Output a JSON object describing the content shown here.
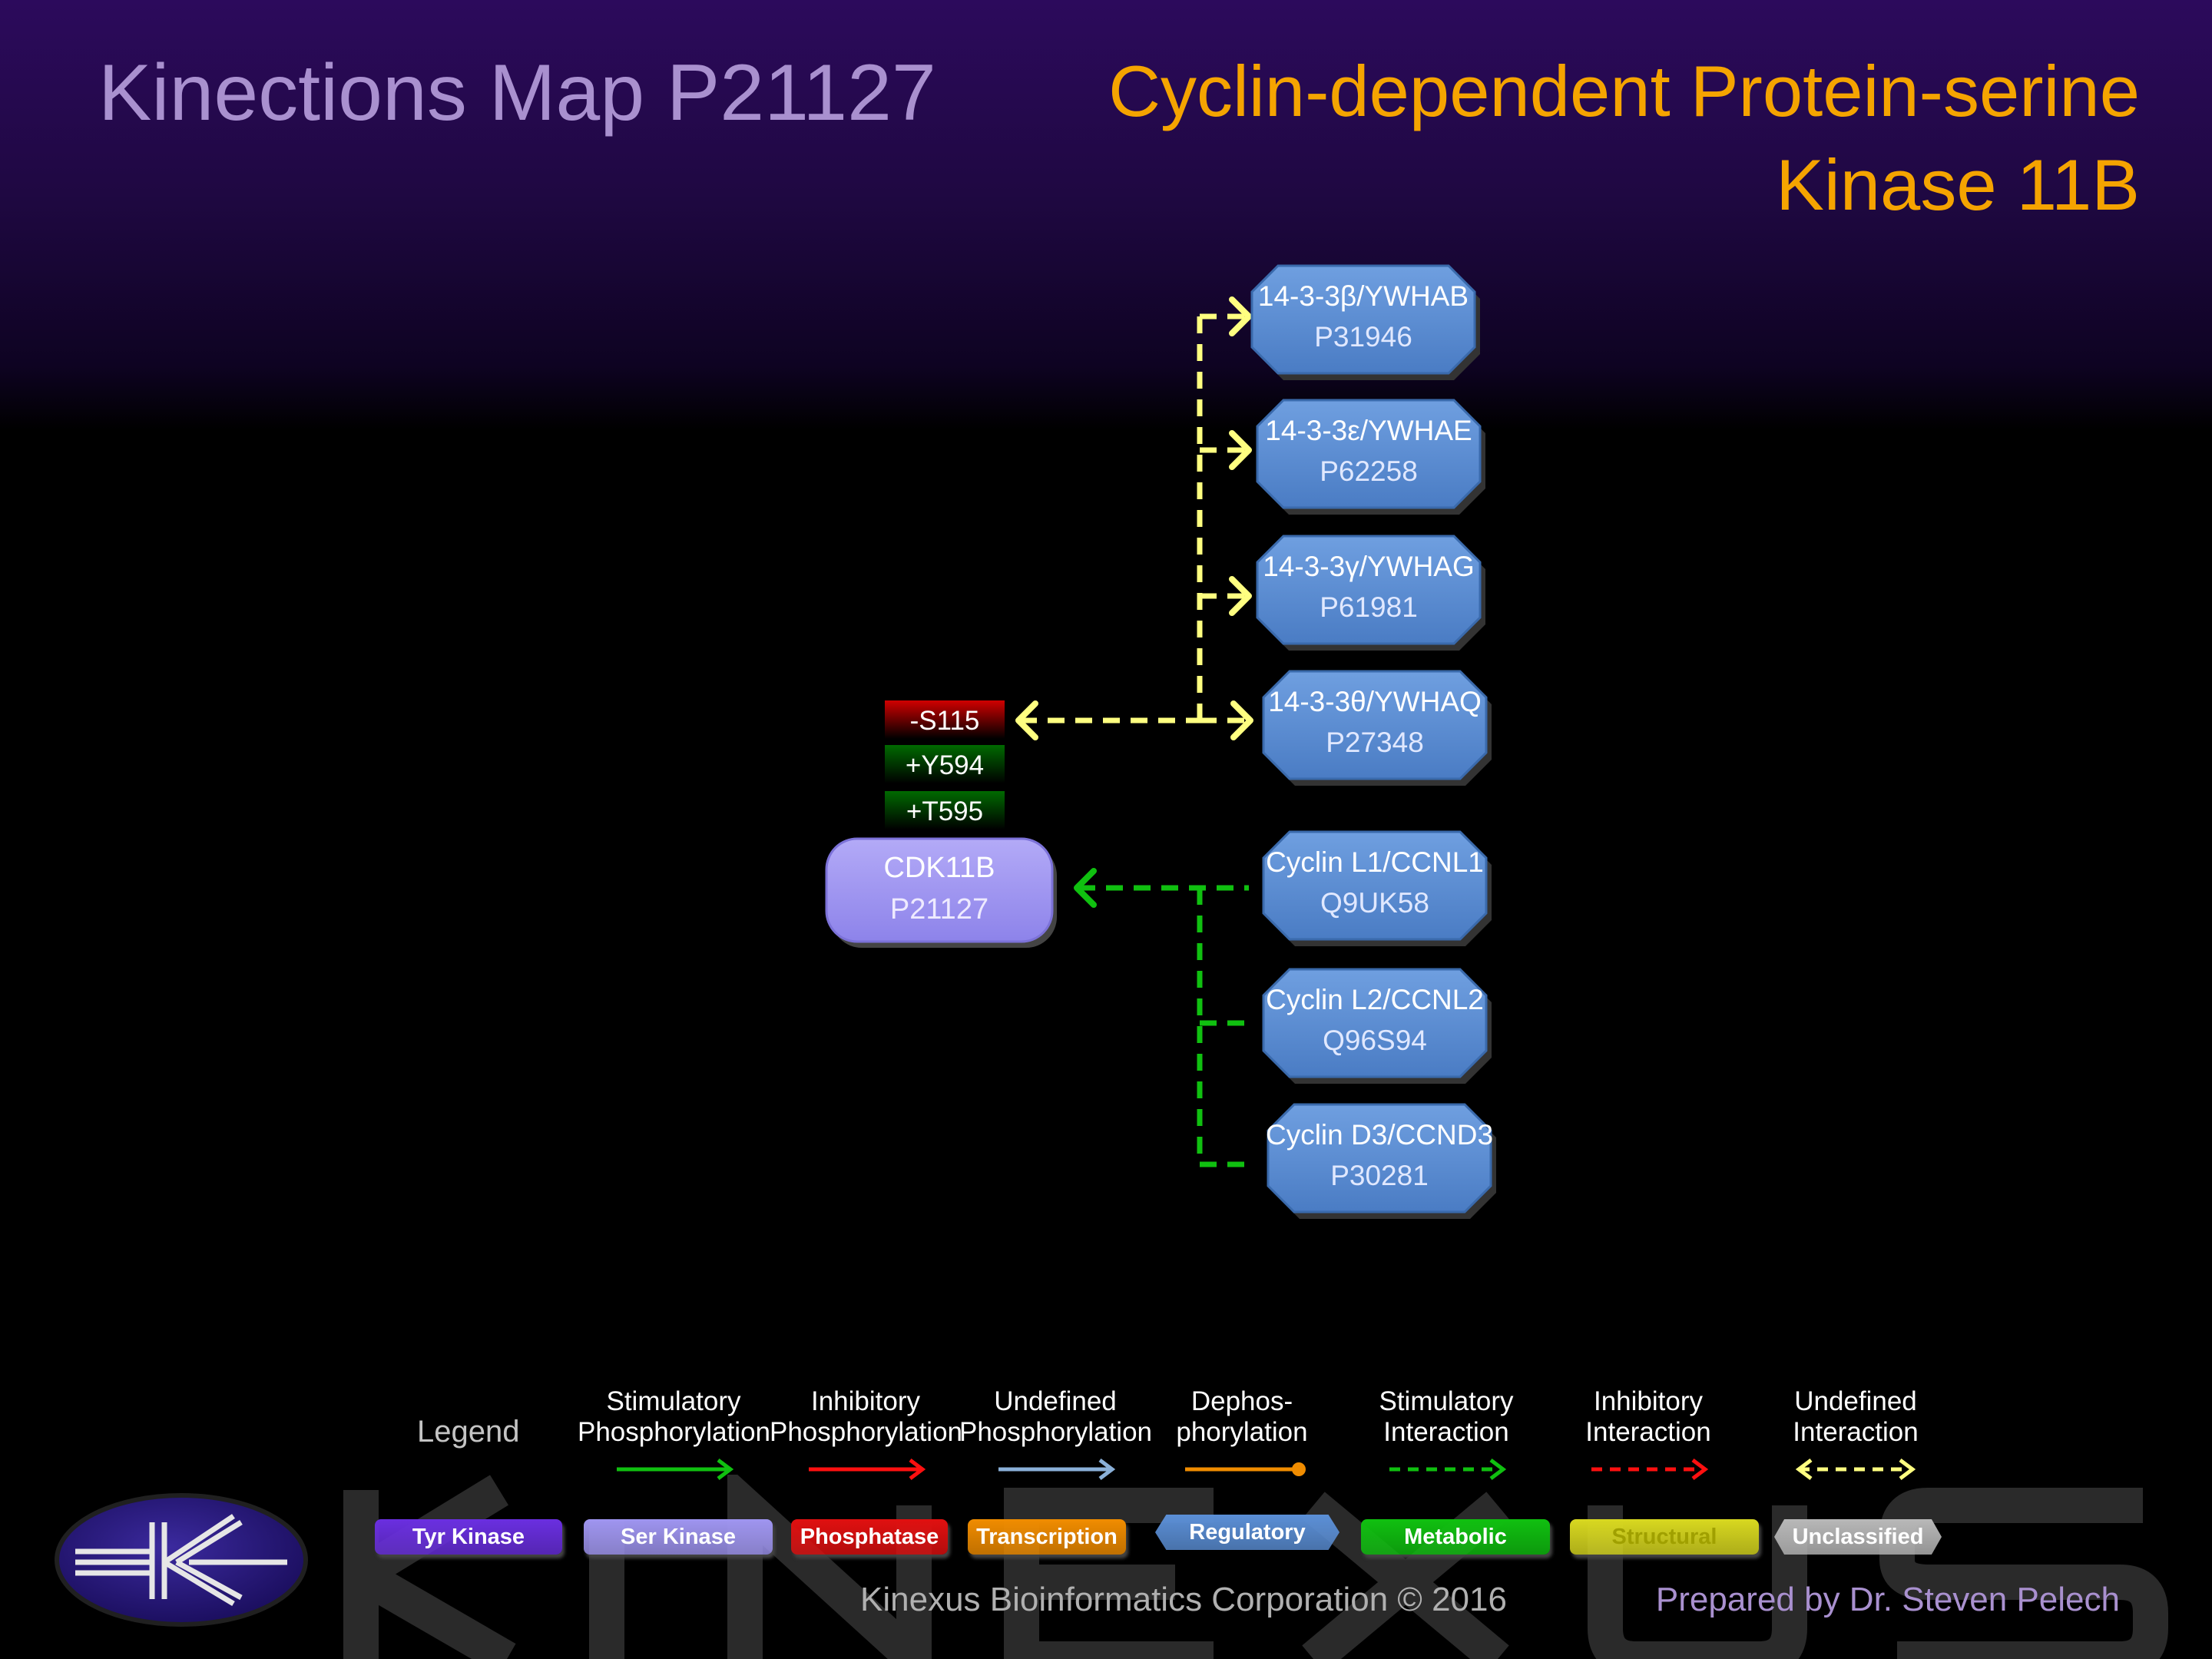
{
  "header": {
    "title": "Kinections Map P21127",
    "subtitle_line1": "Cyclin-dependent Protein-serine",
    "subtitle_line2": "Kinase 11B"
  },
  "central_node": {
    "name": "CDK11B",
    "id": "P21127",
    "color": "#9f95f0"
  },
  "sites": [
    {
      "label": "-S115",
      "color": "#d00000"
    },
    {
      "label": "+Y594",
      "color": "#006a00"
    },
    {
      "label": "+T595",
      "color": "#006a00"
    }
  ],
  "partners": [
    {
      "name": "14-3-3β/YWHAB",
      "id": "P31946",
      "interaction": "Undefined Interaction"
    },
    {
      "name": "14-3-3ε/YWHAE",
      "id": "P62258",
      "interaction": "Undefined Interaction"
    },
    {
      "name": "14-3-3γ/YWHAG",
      "id": "P61981",
      "interaction": "Undefined Interaction"
    },
    {
      "name": "14-3-3θ/YWHAQ",
      "id": "P27348",
      "interaction": "Undefined Interaction"
    },
    {
      "name": "Cyclin L1/CCNL1",
      "id": "Q9UK58",
      "interaction": "Stimulatory Interaction"
    },
    {
      "name": "Cyclin L2/CCNL2",
      "id": "Q96S94",
      "interaction": "Stimulatory Interaction"
    },
    {
      "name": "Cyclin D3/CCND3",
      "id": "P30281",
      "interaction": "Stimulatory Interaction"
    }
  ],
  "colors": {
    "regulatory": "#5b8fd6",
    "undefined_interaction": "#ffff80",
    "stimulatory_interaction": "#10c010"
  },
  "legend": {
    "title": "Legend",
    "arrows": [
      {
        "line1": "Stimulatory",
        "line2": "Phosphorylation",
        "color": "#10c010",
        "style": "solid-arrow"
      },
      {
        "line1": "Inhibitory",
        "line2": "Phosphorylation",
        "color": "#ff1010",
        "style": "solid-arrow"
      },
      {
        "line1": "Undefined",
        "line2": "Phosphorylation",
        "color": "#8ab0d8",
        "style": "solid-arrow"
      },
      {
        "line1": "Dephos-",
        "line2": "phorylation",
        "color": "#f08c00",
        "style": "solid-dot"
      },
      {
        "line1": "Stimulatory",
        "line2": "Interaction",
        "color": "#10c010",
        "style": "dashed-arrow"
      },
      {
        "line1": "Inhibitory",
        "line2": "Interaction",
        "color": "#ff1010",
        "style": "dashed-arrow"
      },
      {
        "line1": "Undefined",
        "line2": "Interaction",
        "color": "#ffff80",
        "style": "dashed-double"
      }
    ],
    "categories": [
      {
        "label": "Tyr Kinase",
        "color": "#6a2fe0",
        "text_color": "#ffffff"
      },
      {
        "label": "Ser Kinase",
        "color": "#9f95f0",
        "text_color": "#ffffff"
      },
      {
        "label": "Phosphatase",
        "color": "#e01010",
        "text_color": "#ffffff"
      },
      {
        "label": "Transcription",
        "color": "#f08c00",
        "text_color": "#ffffff"
      },
      {
        "label": "Regulatory",
        "color": "#5b8fd6",
        "text_color": "#ffffff"
      },
      {
        "label": "Metabolic",
        "color": "#10c010",
        "text_color": "#ffffff"
      },
      {
        "label": "Structural",
        "color": "#d8d820",
        "text_color": "#a0a000"
      },
      {
        "label": "Unclassified",
        "color": "#b8b8b8",
        "text_color": "#ffffff"
      }
    ]
  },
  "footer": {
    "corporation": "Kinexus Bioinformatics Corporation © 2016",
    "prepared_by": "Prepared by Dr. Steven Pelech"
  }
}
